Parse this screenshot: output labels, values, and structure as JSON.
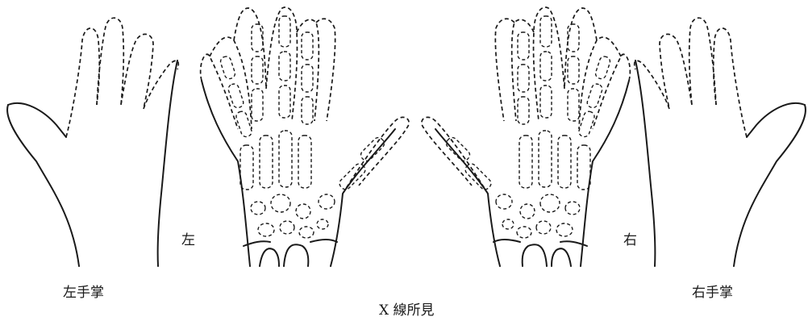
{
  "labels": {
    "left_palm": "左手掌",
    "left_xray_side": "左",
    "right_palm": "右手掌",
    "right_xray_side": "右",
    "xray_caption": "X 線所見"
  }
}
